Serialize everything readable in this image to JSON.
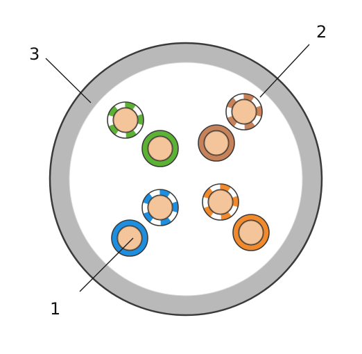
{
  "callouts": {
    "conductor": "1",
    "insulation": "2",
    "jacket": "3"
  },
  "colors": {
    "jacket": "#b9b9b9",
    "jacket_outline": "#3a3a3a",
    "interior": "#ffffff",
    "copper": "#f4c49a",
    "green": "#5cb234",
    "brown": "#c8825a",
    "blue": "#1e8fe0",
    "orange": "#f08a2c"
  },
  "pairs": [
    {
      "name": "green-pair",
      "solid": "green",
      "striped": "green-white"
    },
    {
      "name": "brown-pair",
      "solid": "brown",
      "striped": "brown-white"
    },
    {
      "name": "blue-pair",
      "solid": "blue",
      "striped": "blue-white"
    },
    {
      "name": "orange-pair",
      "solid": "orange",
      "striped": "orange-white"
    }
  ]
}
